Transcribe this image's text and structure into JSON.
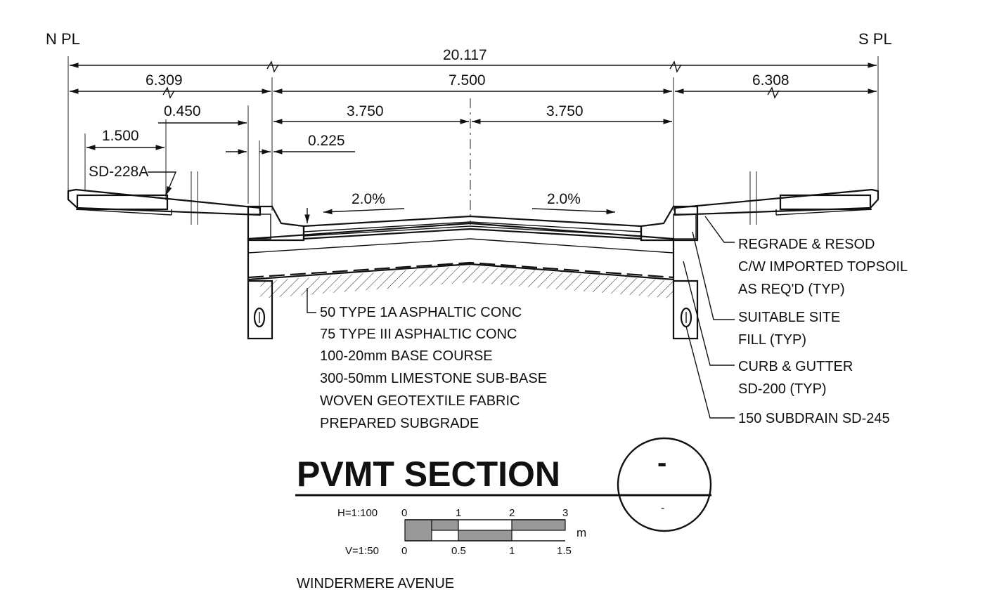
{
  "property_lines": {
    "north": "N PL",
    "south": "S PL"
  },
  "dimensions": {
    "overall": "20.117",
    "north_blvd": "6.309",
    "roadway": "7.500",
    "south_blvd": "6.308",
    "curb_offset": "0.450",
    "lane_north": "3.750",
    "lane_south": "3.750",
    "sidewalk": "1.500",
    "gutter_offset": "0.225"
  },
  "slopes": {
    "north": "2.0%",
    "south": "2.0%"
  },
  "callouts": {
    "sidewalk_std": "SD-228A",
    "regrade": [
      "REGRADE & RESOD",
      "C/W IMPORTED TOPSOIL",
      "AS REQ'D (TYP)"
    ],
    "fill": [
      "SUITABLE SITE",
      "FILL (TYP)"
    ],
    "curb": [
      "CURB & GUTTER",
      "SD-200 (TYP)"
    ],
    "subdrain": "150 SUBDRAIN SD-245"
  },
  "pavement_layers": [
    "50 TYPE 1A ASPHALTIC CONC",
    "75 TYPE III ASPHALTIC CONC",
    "100-20mm BASE COURSE",
    "300-50mm LIMESTONE SUB-BASE",
    "WOVEN GEOTEXTILE FABRIC",
    "PREPARED SUBGRADE"
  ],
  "title_block": {
    "title": "PVMT SECTION",
    "bubble_top": "-",
    "bubble_bottom": "-",
    "h_scale": "H=1:100",
    "v_scale": "V=1:50",
    "h_ticks": [
      "0",
      "1",
      "2",
      "3"
    ],
    "v_ticks": [
      "0",
      "0.5",
      "1",
      "1.5"
    ],
    "unit": "m",
    "street": "WINDERMERE AVENUE"
  }
}
